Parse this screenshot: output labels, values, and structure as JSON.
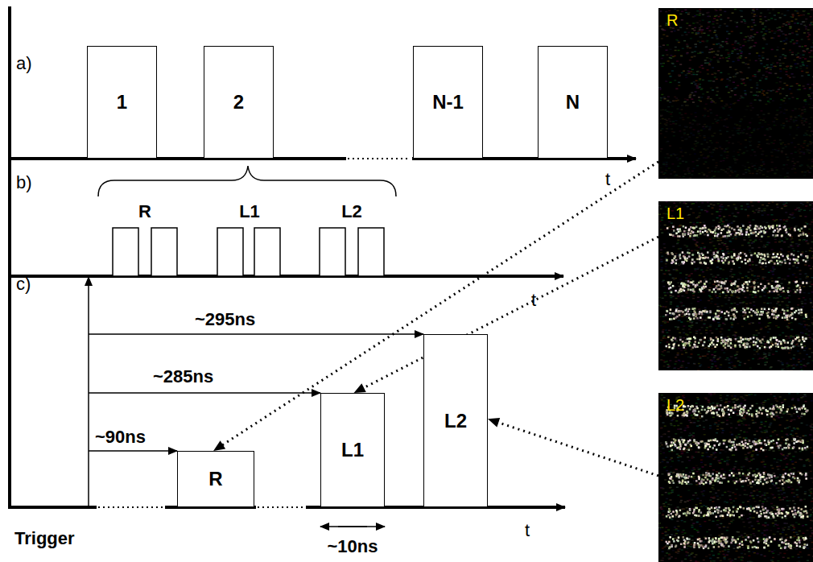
{
  "diagram": {
    "nodes": [
      {
        "text": [
          "1"
        ]
      },
      {
        "text": [
          "2"
        ]
      },
      {
        "text": [
          "N-1"
        ]
      },
      {
        "text": [
          "N"
        ]
      },
      {
        "text": [
          "R"
        ]
      },
      {
        "text": [
          "L1"
        ]
      },
      {
        "text": [
          "L2"
        ]
      },
      {
        "text": [
          "R"
        ]
      },
      {
        "text": [
          "L1"
        ]
      },
      {
        "text": [
          "L2"
        ]
      }
    ],
    "edges": [
      {
        "from": 4,
        "to": 7,
        "arrow": "to"
      },
      {
        "from": 5,
        "to": 8,
        "arrow": "to"
      },
      {
        "from": 6,
        "to": 9,
        "arrow": "to"
      }
    ],
    "labels": [
      "a)",
      "t",
      "b)",
      "R",
      "L1",
      "L2",
      "t",
      "c)",
      "~295ns",
      "~285ns",
      "~90ns",
      "t",
      "~10ns",
      "Trigger"
    ]
  }
}
